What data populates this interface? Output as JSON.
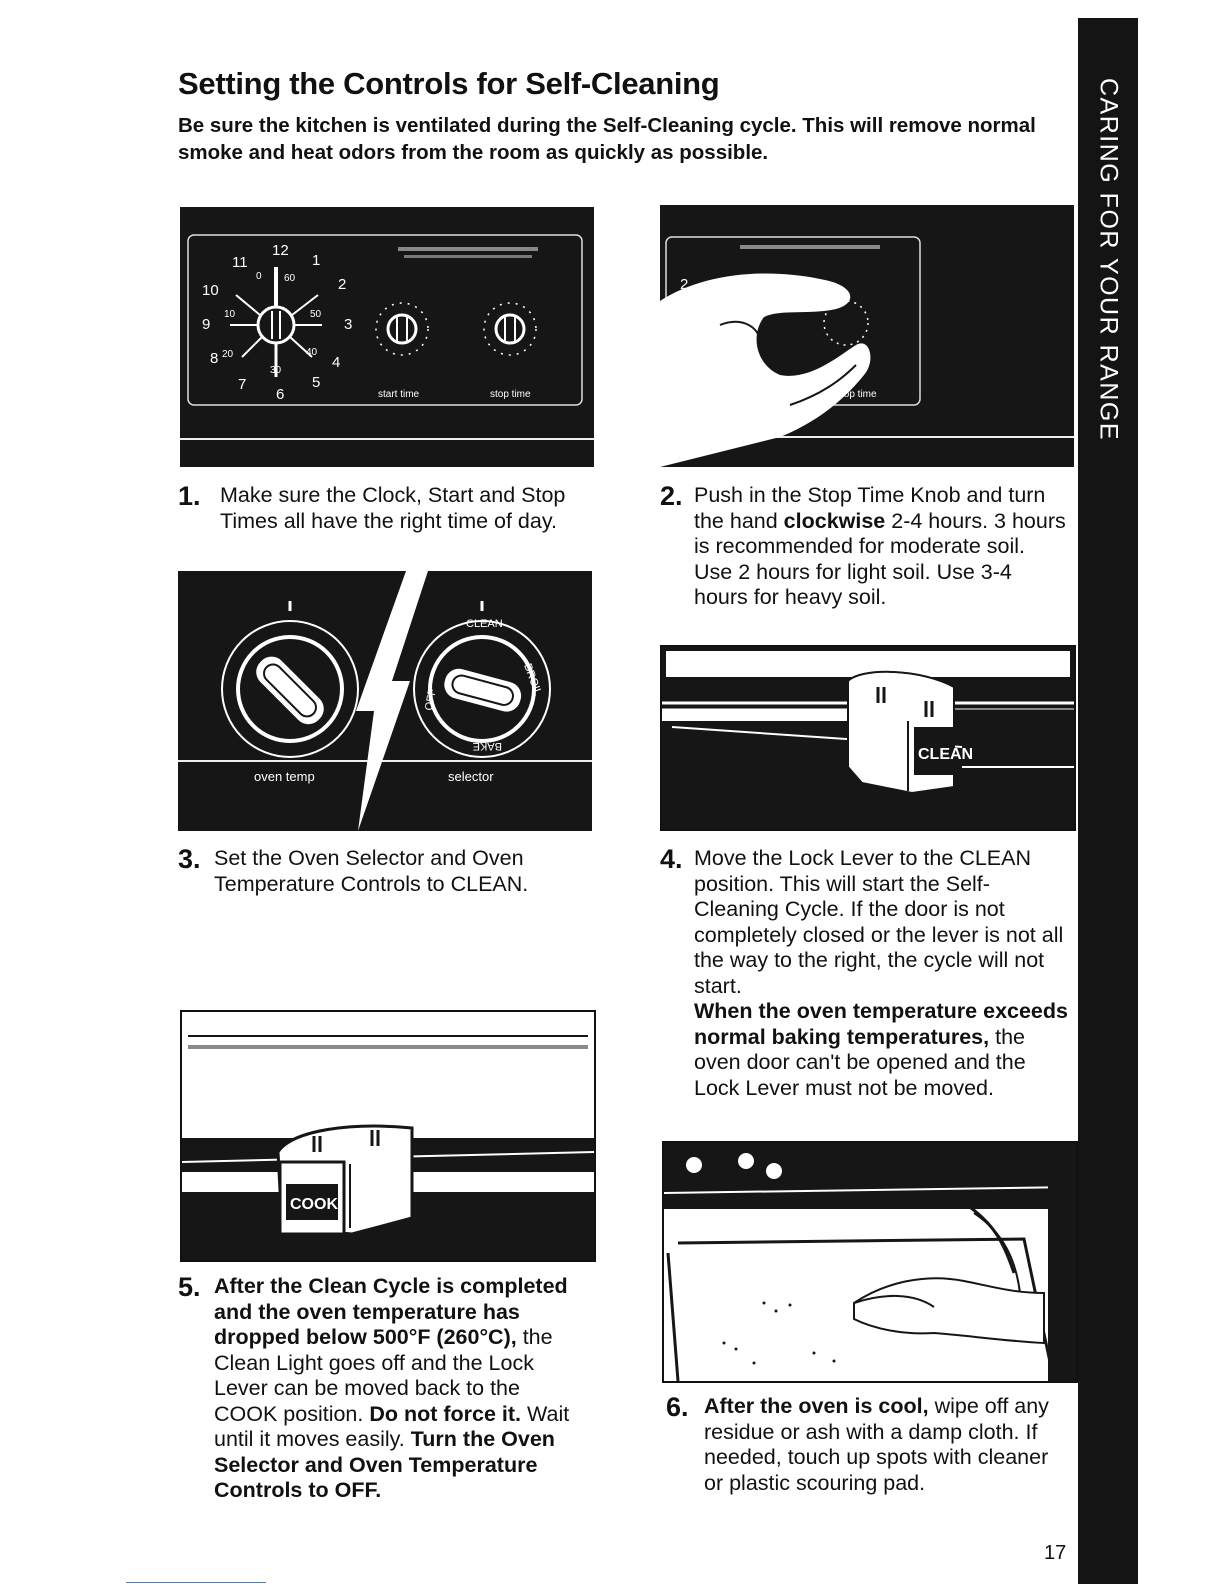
{
  "page": {
    "title": "Setting the Controls for Self-Cleaning",
    "intro": "Be sure the kitchen is ventilated during the Self-Cleaning cycle. This will remove normal smoke and heat odors from the room as quickly as possible.",
    "side_tab": "CARING FOR YOUR RANGE",
    "page_number": "17"
  },
  "figures": {
    "clock": {
      "numbers": [
        "12",
        "1",
        "2",
        "3",
        "4",
        "5",
        "6",
        "7",
        "8",
        "9",
        "10",
        "11"
      ],
      "timer_marks": [
        "0",
        "60",
        "50",
        "40",
        "30",
        "20",
        "10"
      ],
      "start_label": "start time",
      "stop_label": "stop time"
    },
    "stop_knob": {
      "stop_label": "stop time"
    },
    "knobs": {
      "left_label": "oven temp",
      "right_label": "selector",
      "clean_mark": "CLEAN",
      "broil_mark": "BROIL",
      "bake_mark": "BAKE",
      "off_mark": "OFF"
    },
    "lock_clean": {
      "label": "CLEAN"
    },
    "lock_cook": {
      "label": "COOK"
    }
  },
  "steps": [
    {
      "number": "1.",
      "text": "Make sure the Clock, Start and Stop Times all have the right time of day."
    },
    {
      "number": "2.",
      "pre": "Push in the Stop Time Knob and turn the hand ",
      "bold": "clockwise",
      "post": " 2-4 hours. 3 hours is recommended for moderate soil. Use 2 hours for light soil. Use 3-4 hours for heavy soil."
    },
    {
      "number": "3.",
      "text": "Set the Oven Selector and Oven Temperature Controls to CLEAN."
    },
    {
      "number": "4.",
      "text": "Move the Lock Lever to the CLEAN position. This will start the Self-Cleaning Cycle. If the door is not completely closed or the lever is not all the way to the right, the cycle will not start.",
      "bold2": "When the oven temperature exceeds normal baking temperatures,",
      "post2": " the oven door can't be opened and the Lock Lever must not be moved."
    },
    {
      "number": "5.",
      "bold1": "After the Clean Cycle is completed and the oven temperature has dropped below 500°F (260°C),",
      "text1": " the Clean Light goes off and the Lock Lever can be moved back to the COOK position. ",
      "bold2": "Do not force it.",
      "text2": " Wait until it moves easily. ",
      "bold3": "Turn the Oven Selector and Oven Temperature Controls to OFF."
    },
    {
      "number": "6.",
      "bold1": "After the oven is cool,",
      "text1": " wipe off any residue or ash with a damp cloth. If needed, touch up spots with cleaner or plastic scouring pad."
    }
  ]
}
